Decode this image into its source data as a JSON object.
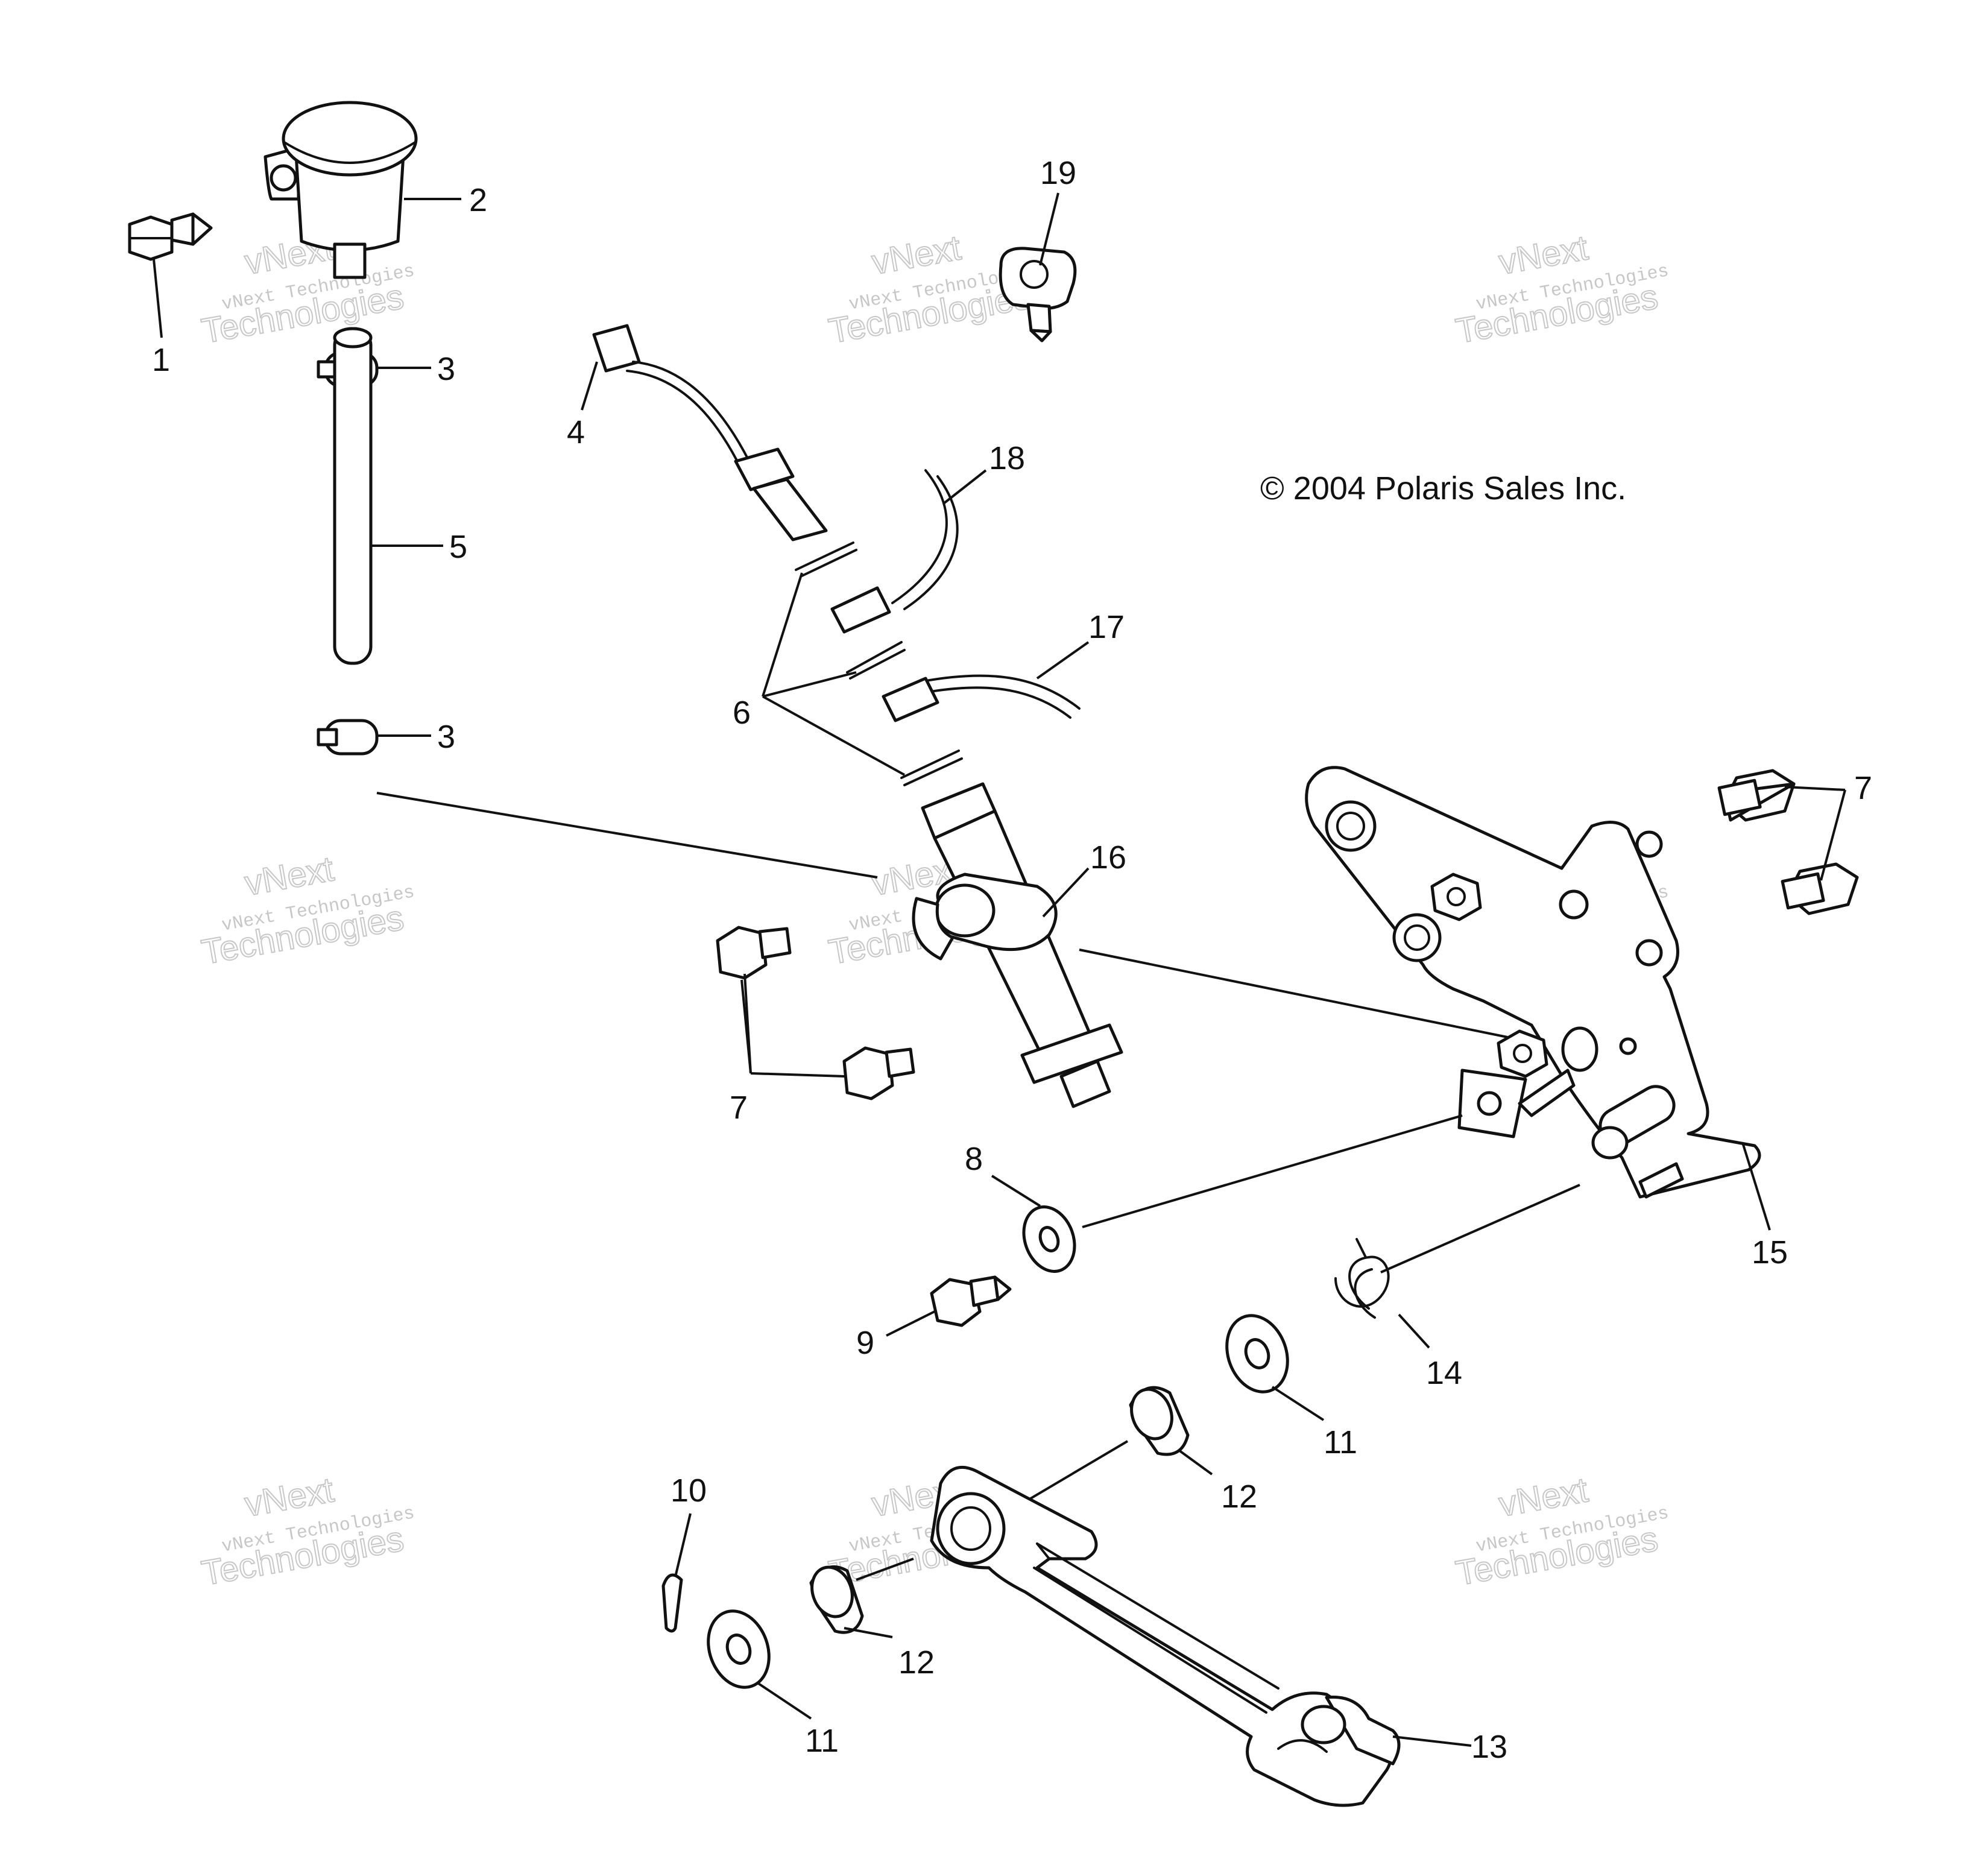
{
  "copyright": "© 2004 Polaris Sales Inc.",
  "watermark": {
    "line1": "vNext Technologies",
    "line2": "Technologies",
    "line0": "vNext"
  },
  "callouts": {
    "c1": "1",
    "c2": "2",
    "c3a": "3",
    "c3b": "3",
    "c4": "4",
    "c5": "5",
    "c6": "6",
    "c7a": "7",
    "c7b": "7",
    "c8": "8",
    "c9": "9",
    "c10": "10",
    "c11a": "11",
    "c11b": "11",
    "c12a": "12",
    "c12b": "12",
    "c13": "13",
    "c14": "14",
    "c15": "15",
    "c16": "16",
    "c17": "17",
    "c18": "18",
    "c19": "19"
  },
  "colors": {
    "ink": "#111111",
    "watermark": "#9a9a9a",
    "background": "#ffffff"
  }
}
